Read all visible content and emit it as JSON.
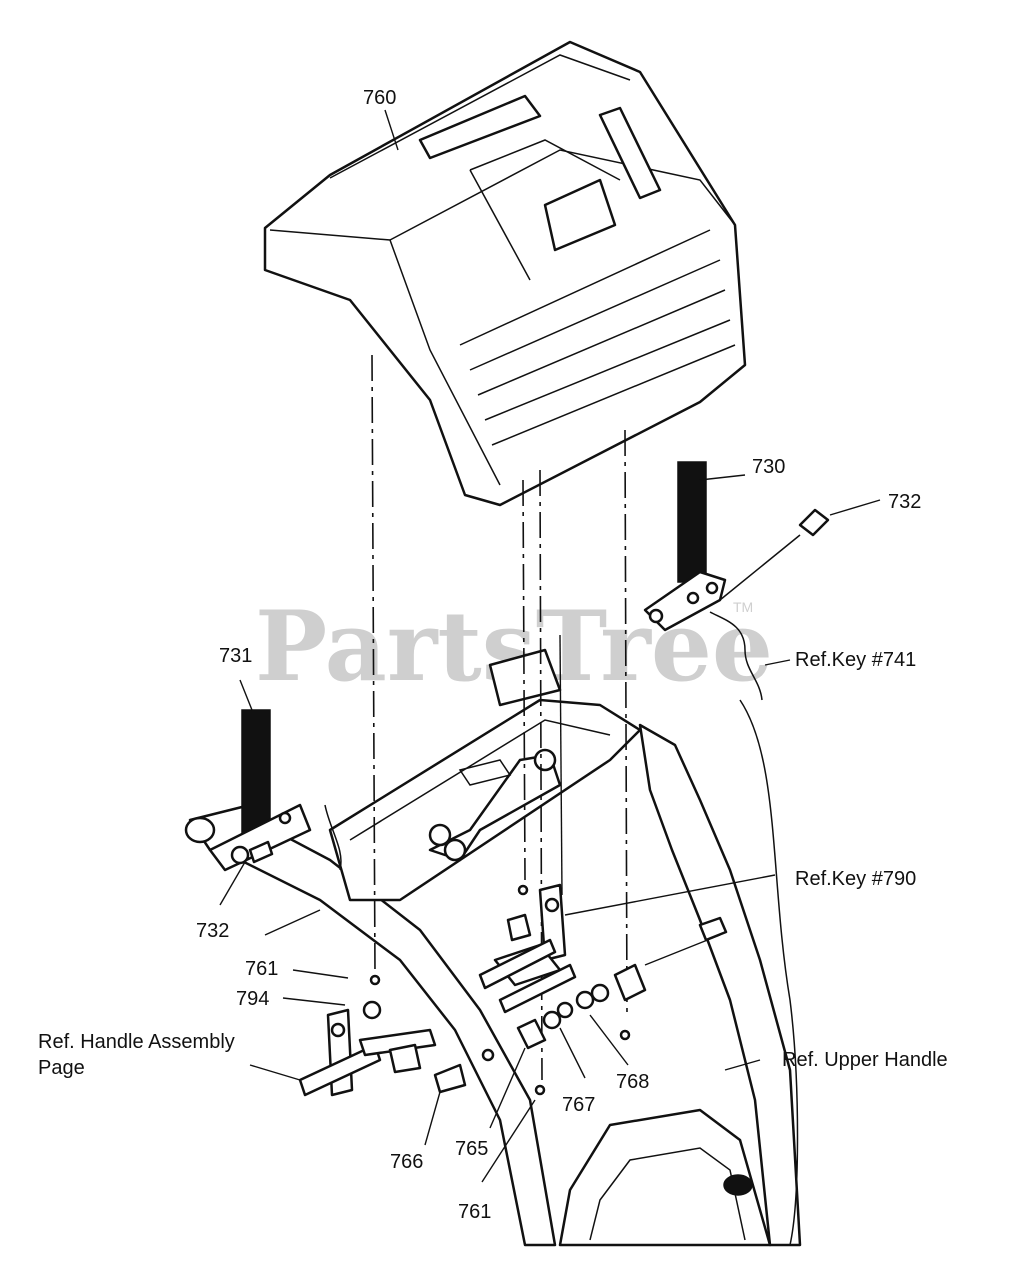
{
  "watermark": {
    "text": "PartsTree",
    "tm": "TM"
  },
  "callouts": {
    "c760": "760",
    "c730": "730",
    "c732a": "732",
    "c731": "731",
    "ref741": "Ref.Key #741",
    "c732b": "732",
    "ref790": "Ref.Key #790",
    "c761a": "761",
    "c794": "794",
    "refHandle1": "Ref. Handle Assembly",
    "refHandle2": "Page",
    "refUpper": "Ref. Upper Handle",
    "c768": "768",
    "c767": "767",
    "c766": "766",
    "c765": "765",
    "c761b": "761"
  }
}
